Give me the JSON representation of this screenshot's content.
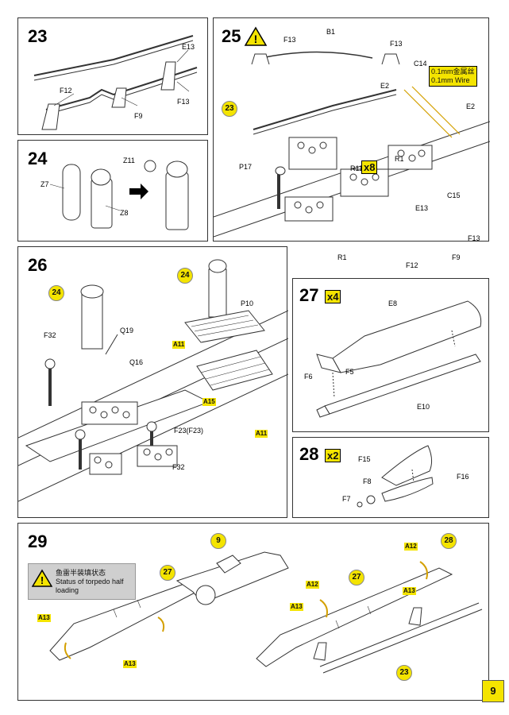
{
  "steps": {
    "s23": {
      "num": "23",
      "labels": {
        "e13": "E13",
        "f12": "F12",
        "f9": "F9",
        "f13": "F13"
      }
    },
    "s24": {
      "num": "24",
      "labels": {
        "z11": "Z11",
        "z7": "Z7",
        "z8": "Z8"
      }
    },
    "s25": {
      "num": "25",
      "labels": {
        "f13a": "F13",
        "b1": "B1",
        "f13b": "F13",
        "c14": "C14",
        "e2a": "E2",
        "e2b": "E2",
        "p17": "P17",
        "r11": "R11",
        "r1a": "R1",
        "c15": "C15",
        "e13": "E13",
        "f13c": "F13",
        "f12": "F12",
        "f9": "F9",
        "r1b": "R1"
      },
      "wire_cn": "0.1mm金属丝",
      "wire_en": "0.1mm Wire",
      "mult": "x8",
      "ref": "23"
    },
    "s26": {
      "num": "26",
      "labels": {
        "p10": "P10",
        "f32a": "F32",
        "q19": "Q19",
        "q16": "Q16",
        "f23": "F23(F23)",
        "f32b": "F32"
      },
      "refs": {
        "a": "24",
        "b": "24"
      },
      "yl": {
        "a11a": "A11",
        "a15": "A15",
        "a11b": "A11"
      }
    },
    "s27": {
      "num": "27",
      "mult": "x4",
      "labels": {
        "e8": "E8",
        "f6": "F6",
        "f5": "F5",
        "e10": "E10"
      }
    },
    "s28": {
      "num": "28",
      "mult": "x2",
      "labels": {
        "f15": "F15",
        "f8": "F8",
        "f16": "F16",
        "f7": "F7"
      }
    },
    "s29": {
      "num": "29",
      "warn_cn": "鱼雷半装填状态",
      "warn_en": "Status of torpedo half loading",
      "refs": {
        "r9": "9",
        "r27a": "27",
        "r27b": "27",
        "r28": "28",
        "r23": "23"
      },
      "yl": {
        "a13a": "A13",
        "a13b": "A13",
        "a12a": "A12",
        "a13c": "A13",
        "a12b": "A12",
        "a13d": "A13"
      }
    }
  },
  "page_number": "9"
}
